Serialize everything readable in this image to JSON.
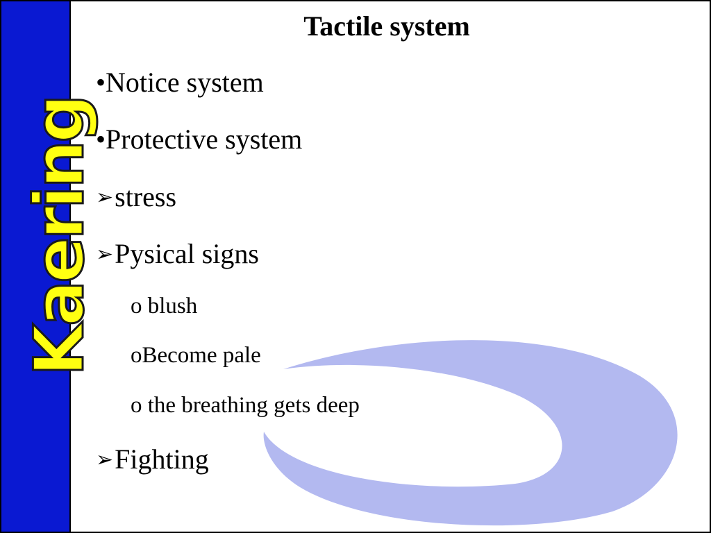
{
  "slide": {
    "logo_text": "Kaering",
    "title": "Tactile system",
    "items": [
      {
        "bullet": "•",
        "text": "Notice system"
      },
      {
        "bullet": "•",
        "text": "Protective system"
      },
      {
        "bullet": "➢",
        "text": "stress"
      },
      {
        "bullet": "➢",
        "text": "Pysical signs"
      },
      {
        "bullet": "o",
        "text": " blush"
      },
      {
        "bullet": "o",
        "text": "Become pale"
      },
      {
        "bullet": "o",
        "text": " the breathing gets deep"
      },
      {
        "bullet": "➢",
        "text": "Fighting"
      }
    ]
  },
  "colors": {
    "sidebar": "#0a19d2",
    "logo": "#ffff11",
    "swoosh": "#b3b9f0"
  }
}
